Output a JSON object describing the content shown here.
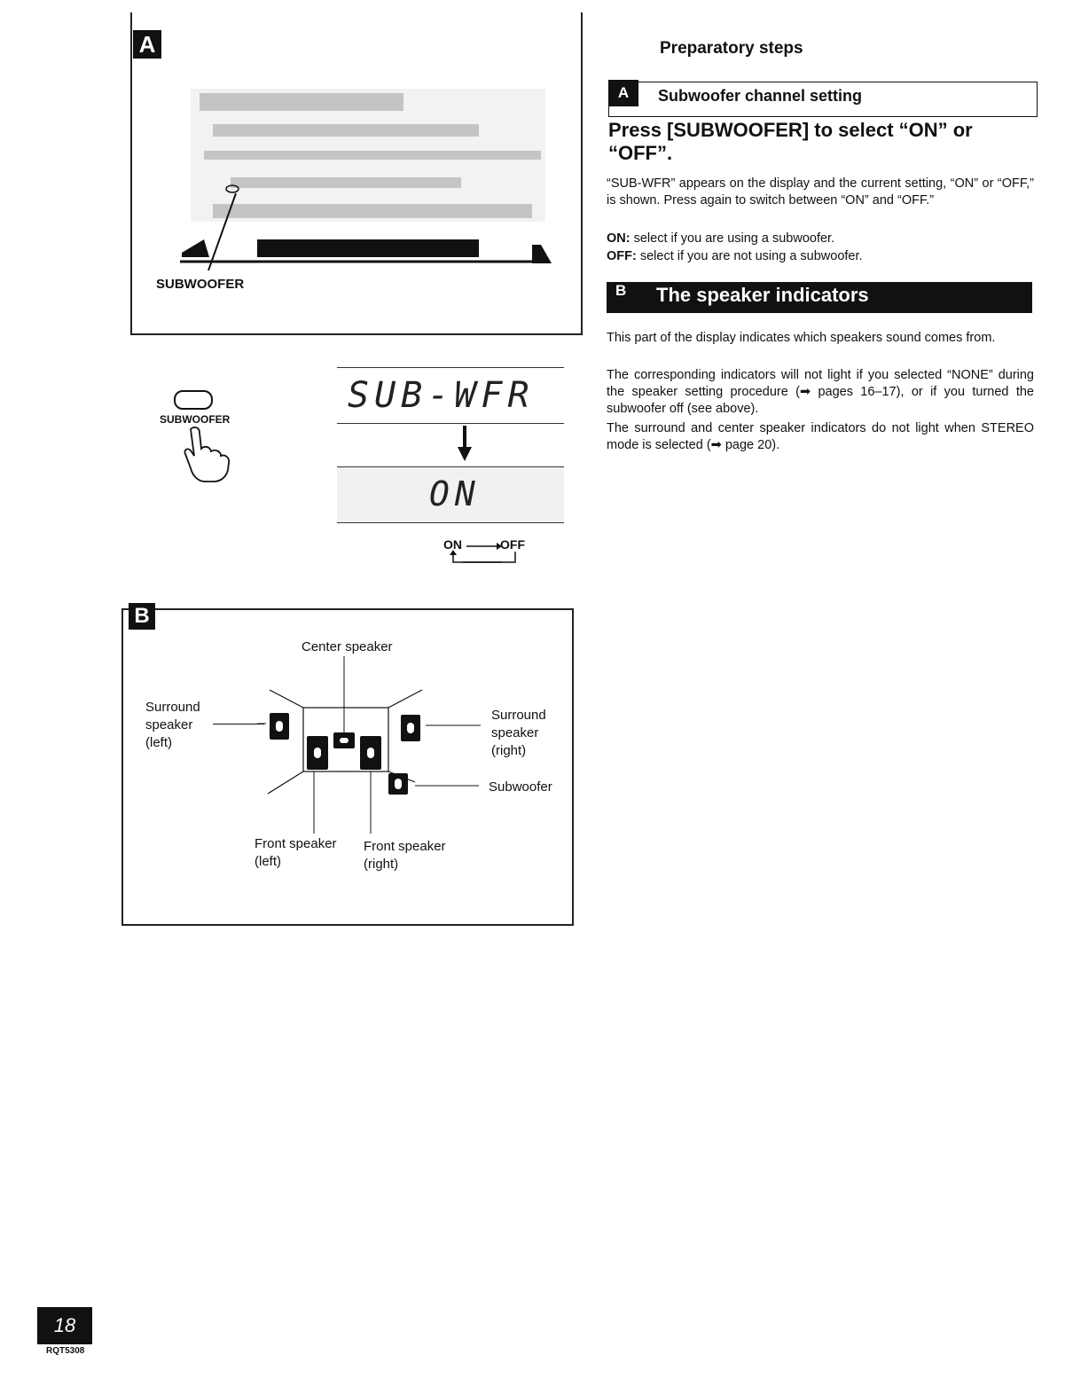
{
  "panel_a": {
    "label": "A",
    "subwoofer_label": "SUBWOOFER",
    "button_label": "SUBWOOFER",
    "display_1": "SUB-WFR",
    "display_2": "ON",
    "cycle_on": "ON",
    "cycle_off": "OFF"
  },
  "panel_b": {
    "label": "B",
    "center": "Center speaker",
    "surround_left": [
      "Surround",
      "speaker",
      "(left)"
    ],
    "surround_right": [
      "Surround",
      "speaker",
      "(right)"
    ],
    "subwoofer": "Subwoofer",
    "front_left": [
      "Front speaker",
      "(left)"
    ],
    "front_right": [
      "Front speaker",
      "(right)"
    ]
  },
  "right": {
    "prep_title": "Preparatory steps",
    "section_a_label": "A",
    "section_a_title": "Subwoofer channel setting",
    "instruction": "Press [SUBWOOFER] to select “ON” or “OFF”.",
    "para1": "“SUB-WFR” appears on the display and the current setting, “ON” or “OFF,” is shown. Press again to switch between “ON” and “OFF.”",
    "on_term": "ON:",
    "on_desc": " select if you are using a subwoofer.",
    "off_term": "OFF:",
    "off_desc": " select if you are not using a subwoofer.",
    "section_b_label": "B",
    "section_b_title": "The speaker indicators",
    "para2": "This part of the display indicates which speakers sound comes from.",
    "para3": "The corresponding indicators will not light if you selected “NONE” during the speaker setting procedure (➡ pages 16–17), or if you turned the subwoofer off (see above).",
    "para4": "The surround and center speaker indicators do not light when STEREO mode is selected (➡ page 20)."
  },
  "footer": {
    "page_number": "18",
    "doc_code": "RQT5308"
  }
}
